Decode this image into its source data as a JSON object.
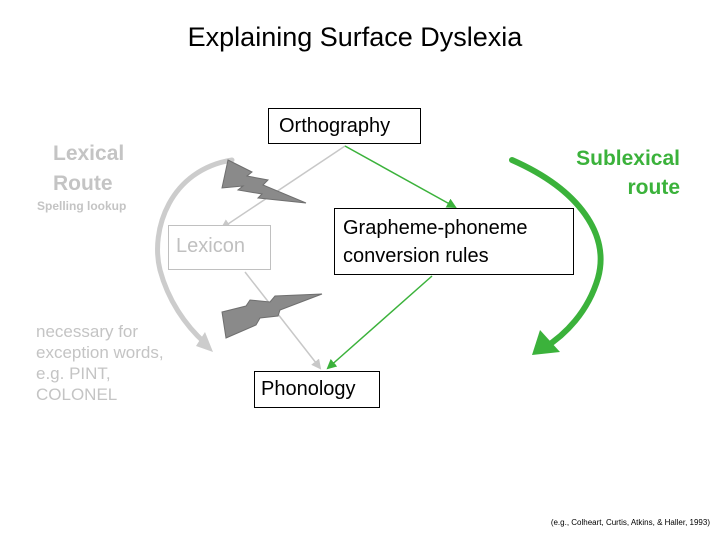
{
  "title": "Explaining Surface Dyslexia",
  "nodes": {
    "orthography": "Orthography",
    "gpc_line1": "Grapheme-phoneme",
    "gpc_line2": "conversion rules",
    "lexicon": "Lexicon",
    "phonology": "Phonology"
  },
  "lexical_route": {
    "line1": "Lexical",
    "line2": "Route",
    "sublabel": "Spelling lookup"
  },
  "sublexical_route": {
    "line1": "Sublexical",
    "line2": "route"
  },
  "note": {
    "line1": "necessary for",
    "line2": "exception words,",
    "line3": "e.g. PINT,",
    "line4": "COLONEL"
  },
  "citation": "(e.g., Colheart, Curtis, Atkins, & Haller, 1993)",
  "colors": {
    "active": "#3bb23b",
    "faded": "#c4c4c4",
    "lightning": "#8a8a8a"
  }
}
